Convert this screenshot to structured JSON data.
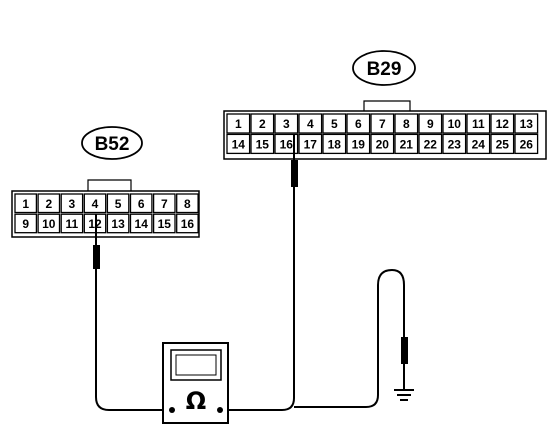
{
  "b52": {
    "label": "B52",
    "top_row": [
      "1",
      "2",
      "3",
      "4",
      "5",
      "6",
      "7",
      "8"
    ],
    "bottom_row": [
      "9",
      "10",
      "11",
      "12",
      "13",
      "14",
      "15",
      "16"
    ]
  },
  "b29": {
    "label": "B29",
    "top_row": [
      "1",
      "2",
      "3",
      "4",
      "5",
      "6",
      "7",
      "8",
      "9",
      "10",
      "11",
      "12",
      "13"
    ],
    "bottom_row": [
      "14",
      "15",
      "16",
      "17",
      "18",
      "19",
      "20",
      "21",
      "22",
      "23",
      "24",
      "25",
      "26"
    ]
  },
  "meter": {
    "symbol": "Ω",
    "probe_pins": [
      {
        "connector": "B52",
        "pin": "4"
      },
      {
        "connector": "B29",
        "pin": "3"
      }
    ]
  },
  "ground": {
    "icon": "ground-icon"
  }
}
